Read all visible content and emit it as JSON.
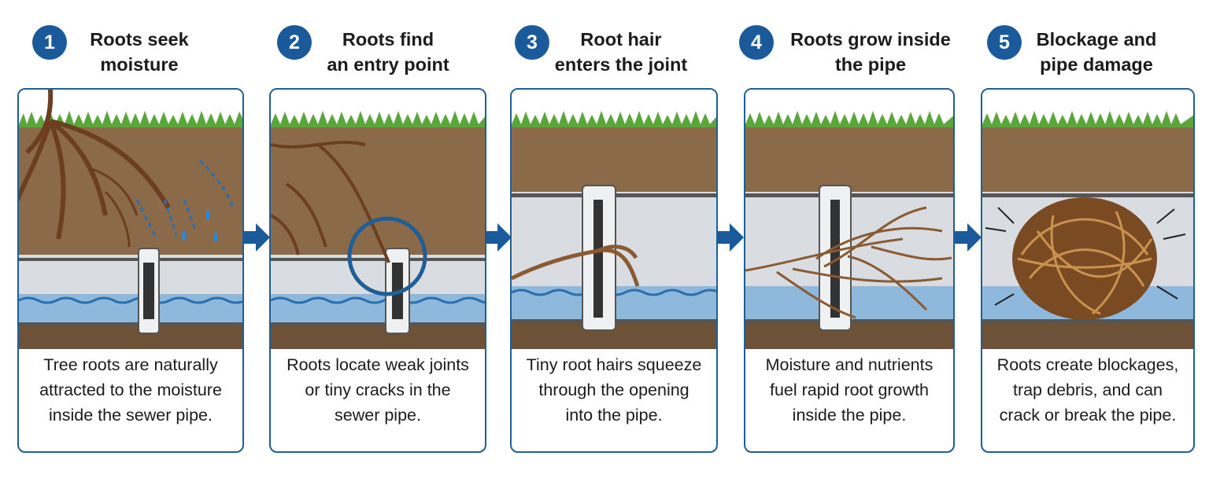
{
  "colors": {
    "accent": "#1a5a9a",
    "panel_border": "#1f5e96",
    "soil": "#8b6a4a",
    "grass": "#5aa63a",
    "pipe": "#c9ced3",
    "water": "#8fb8dd",
    "root": "#7a4e2a"
  },
  "steps": [
    {
      "number": "1",
      "title": [
        "Roots seek",
        "moisture"
      ],
      "description": [
        "Tree roots are naturally",
        "attracted to the moisture",
        "inside the sewer pipe."
      ],
      "icon": "roots-seek-moisture-illustration"
    },
    {
      "number": "2",
      "title": [
        "Roots find",
        "an entry point"
      ],
      "description": [
        "Roots locate weak joints",
        "or tiny cracks in the",
        "sewer pipe."
      ],
      "icon": "roots-find-entry-illustration"
    },
    {
      "number": "3",
      "title": [
        "Root hair",
        "enters the joint"
      ],
      "description": [
        "Tiny root hairs squeeze",
        "through the opening",
        "into the pipe."
      ],
      "icon": "root-hair-enters-illustration"
    },
    {
      "number": "4",
      "title": [
        "Roots grow inside",
        "the pipe"
      ],
      "description": [
        "Moisture and nutrients",
        "fuel rapid root growth",
        "inside the pipe."
      ],
      "icon": "roots-grow-inside-illustration"
    },
    {
      "number": "5",
      "title": [
        "Blockage and",
        "pipe damage"
      ],
      "description": [
        "Roots create blockages,",
        "trap debris, and can",
        "crack or break the pipe."
      ],
      "icon": "blockage-damage-illustration"
    }
  ],
  "connector_icon": "arrow-right-icon"
}
